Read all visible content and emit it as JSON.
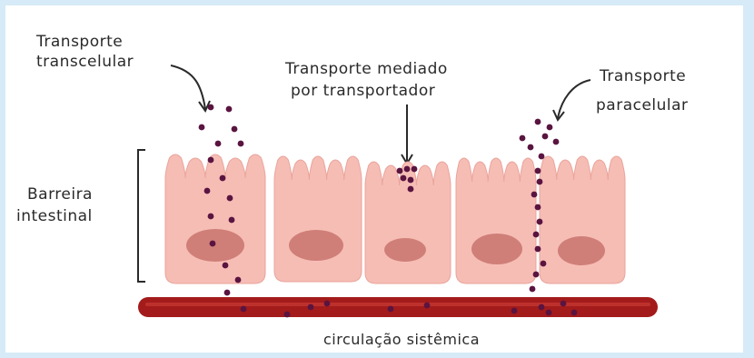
{
  "labels": {
    "transcellular_1": "Transporte",
    "transcellular_2": "transcelular",
    "mediated_1": "Transporte mediado",
    "mediated_2": "por transportador",
    "paracellular_1": "Transporte",
    "paracellular_2": "paracelular",
    "barrier_1": "Barreira",
    "barrier_2": "intestinal",
    "circulation": "circulação sistêmica"
  },
  "colors": {
    "background_border": "#d6ebf7",
    "cell_fill": "#f6bdb5",
    "cell_outline": "#e9a49b",
    "nucleus_fill": "#cf7f78",
    "blood_vessel": "#a31b1b",
    "blood_vessel_highlight": "#c83a34",
    "particle": "#5a1440",
    "ink": "#2a2a2a"
  }
}
